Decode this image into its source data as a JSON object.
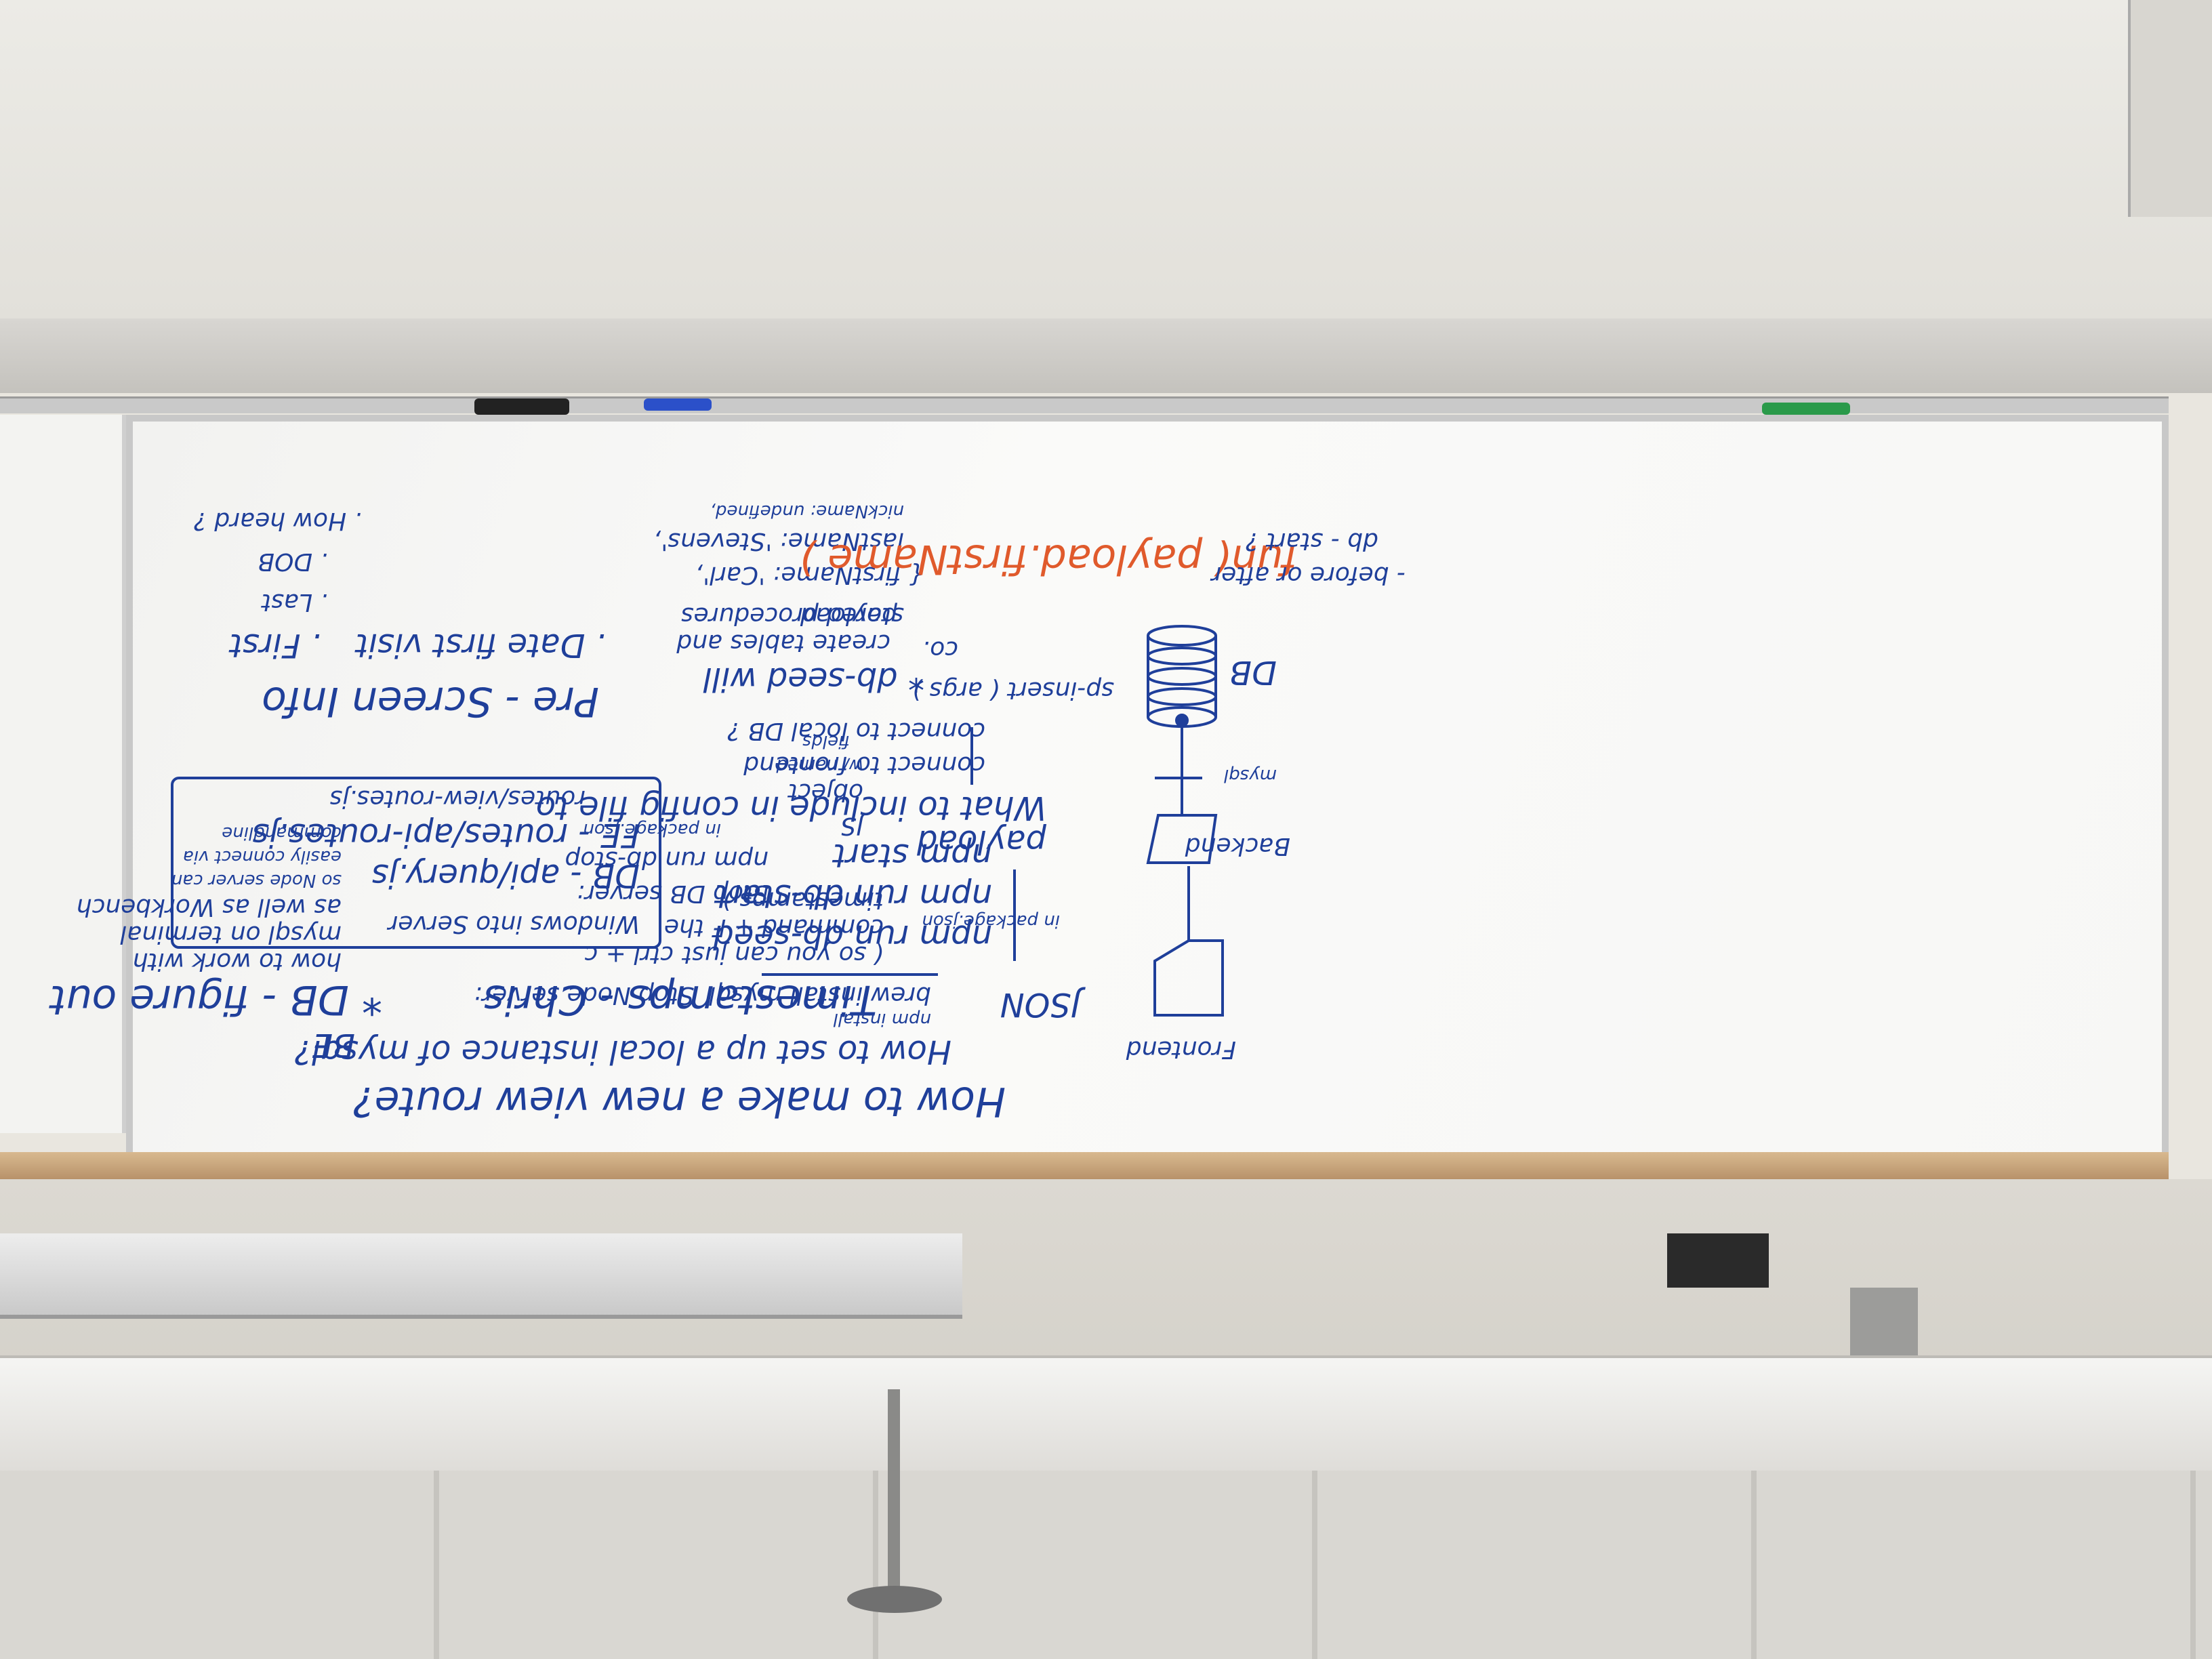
{
  "scene": {
    "whiteboard_surface": "#f7f7f5",
    "wall": "#e9e6df",
    "ink_blue": "#1f3f9a",
    "ink_red": "#e05a2c"
  },
  "whiteboard": {
    "how_new_view_route": "How to make a new view route?",
    "how_local_mysql": "How to set up a local instance of mysql?",
    "npm_install": "npm install",
    "brew_install": "brew install mysql",
    "stop_node_server": "Stop Node server:",
    "ctrl_c": "ctrl + c",
    "in_package_json": "in package.json",
    "npm_db_seed": "npm run db-seed",
    "npm_db_start": "npm run db-start",
    "npm_start": "npm start",
    "stop_db_server": "Stop DB server:",
    "npm_db_stop": "npm run db-stop",
    "in_package_json_2": "in package.json",
    "config_q1": "What to include in config file to",
    "config_q2": "connect to frontend",
    "config_q3": "connect to local DB ?",
    "co": "co.",
    "db_seed_will": "* db-seed will",
    "create_tables": "create tables and",
    "stored_procedures": "stored procedures",
    "before_after": "- before or after",
    "db_start_q": "db - start ?",
    "diagram_frontend": "Frontend",
    "diagram_backend": "Backend",
    "diagram_db": "DB",
    "diagram_mysql": "mysql",
    "json_label": "JSON",
    "payload_label": "payload",
    "sp_insert": "sp-insert ( args )",
    "js_object_1": "JS",
    "js_object_2": "object",
    "js_object_3": "w/ named",
    "js_object_4": "fields",
    "payload_small": "payload",
    "payload_obj_1": "{ firstName: 'Carl',",
    "payload_obj_2": "lastName: 'Stevens',",
    "payload_obj_3": "nickName: undefined,",
    "fun_payload": "fun( payload.firstName )",
    "timestamps": "Timestamps - Chris",
    "timestamps_note_1": "( so you can just",
    "timestamps_note_2": "command + F the",
    "timestamps_note_3": "timestamps )",
    "be_label": "BE",
    "db_figure_out": "* DB - figure out",
    "work_with_1": "how to work with",
    "work_with_2": "mysql on terminal",
    "work_with_3": "as well as Workbench",
    "work_with_4": "so Node server can",
    "work_with_5": "easily connect via",
    "work_with_6": "commandline",
    "windows_into_server": "Windows into Server",
    "db_api": "DB - api/query.js",
    "fe_api": "FE - routes/api-routes.js",
    "fe_view": "routes/view-routes.js",
    "pre_screen": "Pre - Screen Info",
    "date_first_visit": ". Date first visit",
    "first": ". First",
    "last": ". Last",
    "dob": ". DOB",
    "how_heard": ". How heard ?"
  }
}
